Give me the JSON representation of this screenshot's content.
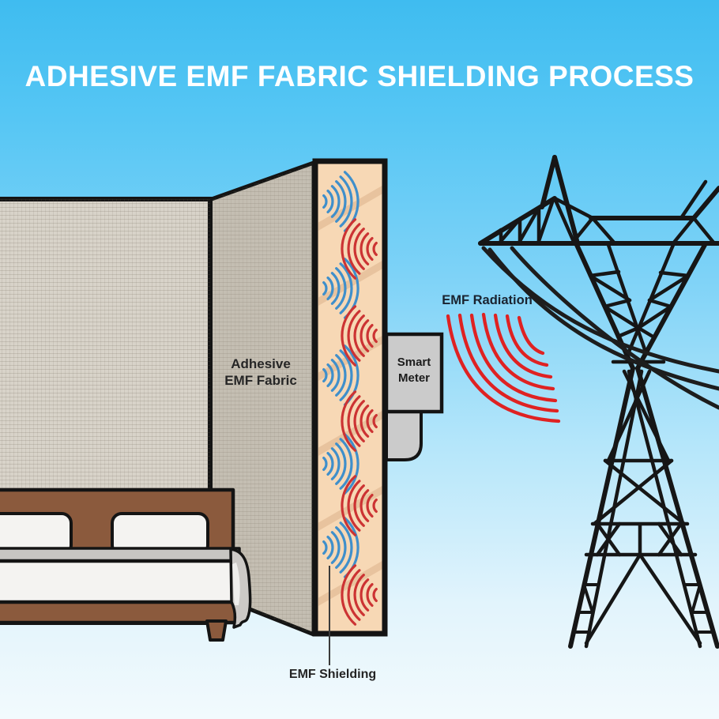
{
  "title": "ADHESIVE EMF FABRIC SHIELDING PROCESS",
  "labels": {
    "adhesive_fabric": {
      "line1": "Adhesive",
      "line2": "EMF Fabric"
    },
    "smart_meter": {
      "line1": "Smart",
      "line2": "Meter"
    },
    "emf_radiation": "EMF Radiation",
    "emf_shielding": "EMF Shielding"
  },
  "scene": {
    "elements": [
      "interior-wall",
      "adhesive-emf-fabric-panel",
      "emf-shielding-layer",
      "bed",
      "smart-meter",
      "transmission-tower",
      "power-lines",
      "emf-radiation-waves"
    ],
    "icons": {
      "radiation_waves_icon": "concentric red arcs",
      "shielded_wave_blue_icon": "concentric blue arcs",
      "shielded_wave_red_icon": "concentric red arcs"
    }
  },
  "colors": {
    "sky_top": "#3fbcf0",
    "sky_bottom": "#f2fafd",
    "title_text": "#ffffff",
    "wall_front": "#d8d3c9",
    "wall_side": "#ccc6ba",
    "outline": "#141414",
    "shield_layer": "#f7d8b5",
    "shield_stripe": "#ddb28c",
    "wave_blue": "#3f8fcb",
    "wave_red": "#cc3333",
    "radiation_red": "#df2222",
    "bed_frame_brown": "#8b5a3d",
    "bedding_white": "#f4f3f1",
    "sheet_gray": "#c7c5c2",
    "meter_gray": "#cbcbcb",
    "tower_black": "#161616"
  }
}
